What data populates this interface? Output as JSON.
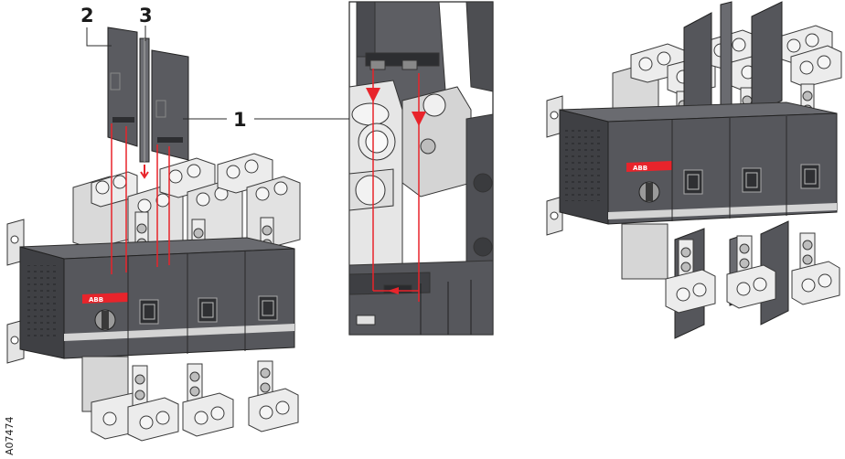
{
  "callouts": {
    "one": "1",
    "two": "2",
    "three": "3"
  },
  "document_id": "A07474",
  "brand": "ABB",
  "colors": {
    "body_dark": "#4a4b4f",
    "body_mid": "#606166",
    "terminal_light": "#e9e9e9",
    "barrier": "#555659",
    "accent_red": "#e8242b",
    "line": "#2b2b2b"
  }
}
